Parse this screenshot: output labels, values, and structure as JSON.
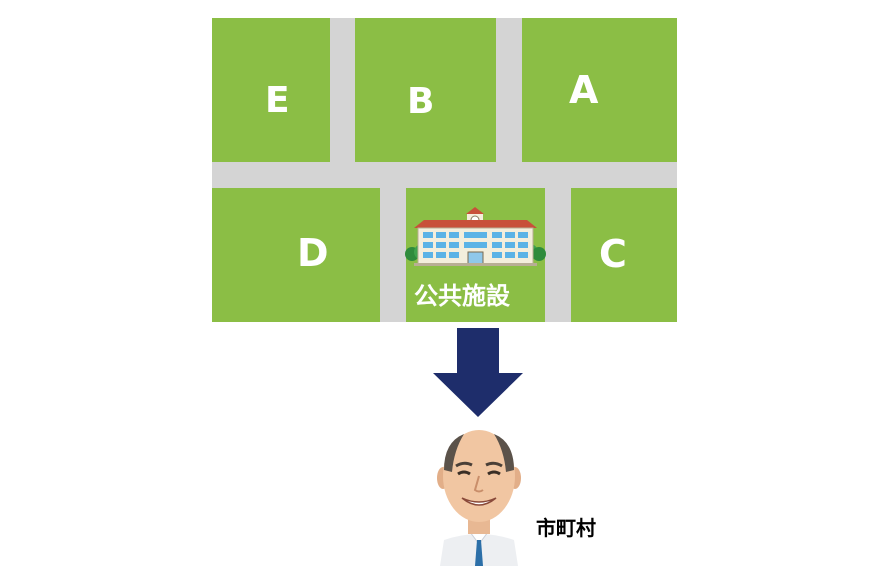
{
  "colors": {
    "lot_green": "#8BBE45",
    "road_gray": "#D4D4D4",
    "arrow_navy": "#1E2D6B",
    "label_white": "#FFFFFF",
    "caption_black": "#000000"
  },
  "map": {
    "lots": [
      {
        "label": "E"
      },
      {
        "label": "B"
      },
      {
        "label": "A"
      },
      {
        "label": "D"
      },
      {
        "label": "C"
      }
    ],
    "facility": {
      "label": "公共施設",
      "icon": "school-building-icon"
    }
  },
  "arrow": {
    "icon": "down-arrow-icon"
  },
  "recipient": {
    "label": "市町村",
    "icon": "man-portrait-icon"
  }
}
